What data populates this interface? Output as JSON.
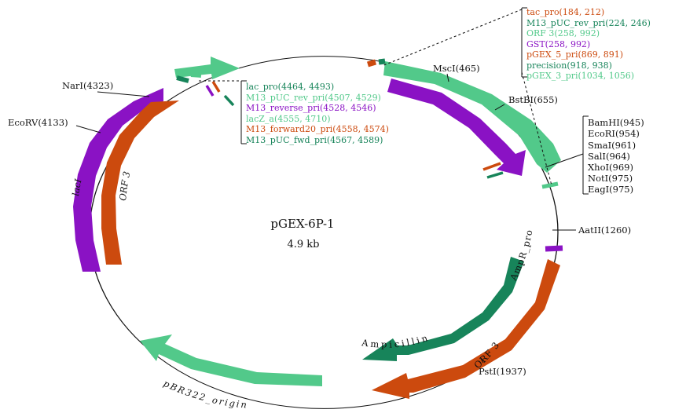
{
  "plasmid": {
    "name": "pGEX-6P-1",
    "size": "4.9 kb"
  },
  "colors": {
    "light_green": "#52c98a",
    "dark_green": "#17845a",
    "purple": "#8a12c4",
    "orange": "#cc4a0e",
    "backbone": "#111111"
  },
  "features": {
    "lacI": "lacI",
    "orf3_left": "ORF 3",
    "ampr_pro": "AmpR_pro",
    "ampicillin": "Ampicillin",
    "orf3_bottom": "ORF 3",
    "pbr322_origin": "pBR322_origin"
  },
  "sites": {
    "nari": "NarI(4323)",
    "ecorv": "EcoRV(4133)",
    "msci": "MscI(465)",
    "bstbi": "BstBI(655)",
    "aatii": "AatII(1260)",
    "psti": "PstI(1937)"
  },
  "top_box": [
    {
      "text": "tac_pro(184, 212)",
      "color": "#cc4a0e"
    },
    {
      "text": "M13_pUC_rev_pri(224, 246)",
      "color": "#17845a"
    },
    {
      "text": "ORF 3(258, 992)",
      "color": "#52c98a"
    },
    {
      "text": "GST(258, 992)",
      "color": "#8a12c4"
    },
    {
      "text": "pGEX_5_pri(869, 891)",
      "color": "#cc4a0e"
    },
    {
      "text": "precision(918, 938)",
      "color": "#17845a"
    },
    {
      "text": "pGEX_3_pri(1034, 1056)",
      "color": "#52c98a"
    }
  ],
  "mid_box": [
    {
      "text": "lac_pro(4464, 4493)",
      "color": "#17845a"
    },
    {
      "text": "M13_pUC_rev_pri(4507, 4529)",
      "color": "#52c98a"
    },
    {
      "text": "M13_reverse_pri(4528, 4546)",
      "color": "#8a12c4"
    },
    {
      "text": "lacZ_a(4555, 4710)",
      "color": "#52c98a"
    },
    {
      "text": "M13_forward20_pri(4558, 4574)",
      "color": "#cc4a0e"
    },
    {
      "text": "M13_pUC_fwd_pri(4567, 4589)",
      "color": "#17845a"
    }
  ],
  "mcs_box": [
    "BamHI(945)",
    "EcoRI(954)",
    "SmaI(961)",
    "SalI(964)",
    "XhoI(969)",
    "NotI(975)",
    "EagI(975)"
  ]
}
